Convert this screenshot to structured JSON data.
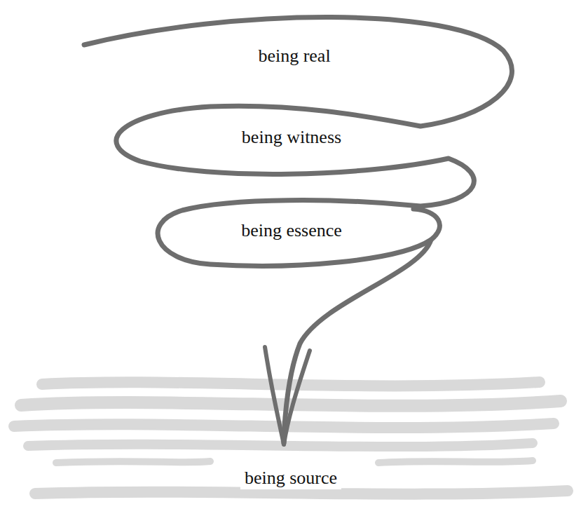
{
  "diagram": {
    "labels": [
      "being real",
      "being witness",
      "being essence",
      "being source"
    ]
  }
}
